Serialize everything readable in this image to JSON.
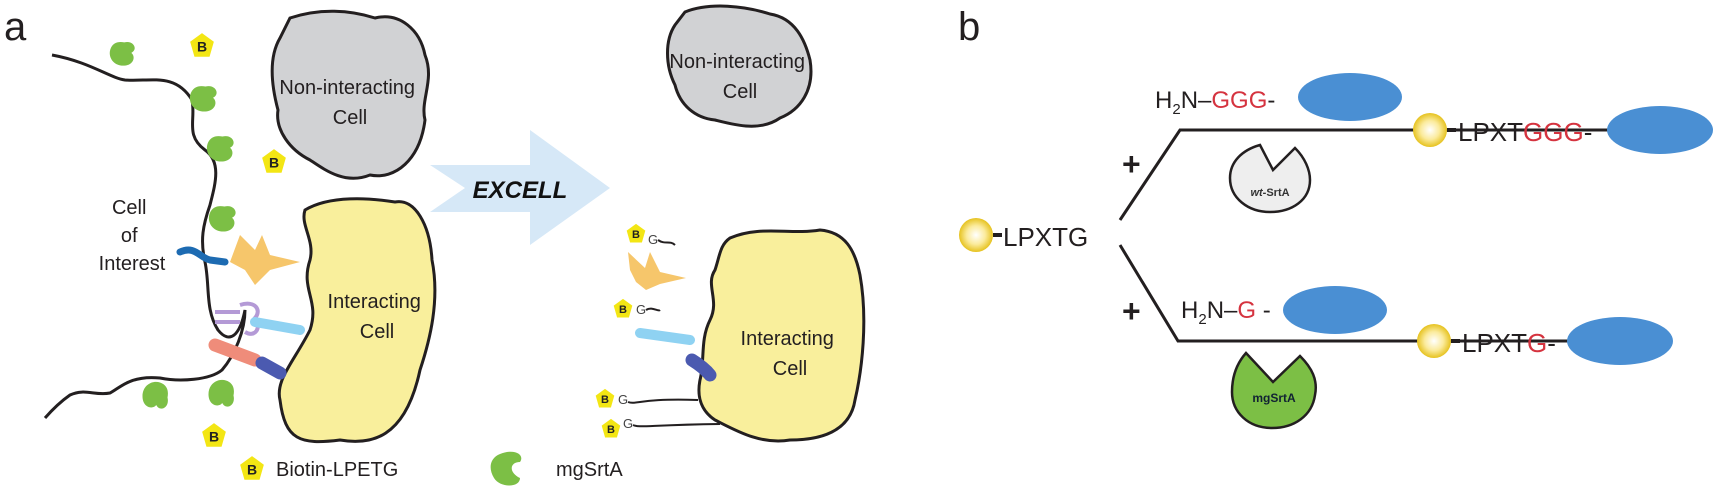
{
  "panel_a": {
    "label": "a",
    "cell_of_interest": [
      "Cell",
      "of",
      "Interest"
    ],
    "non_interacting_cell_left": [
      "Non-interacting",
      "Cell"
    ],
    "interacting_cell_left": [
      "Interacting",
      "Cell"
    ],
    "arrow_label": "EXCELL",
    "non_interacting_cell_right": [
      "Non-interacting",
      "Cell"
    ],
    "interacting_cell_right": [
      "Interacting",
      "Cell"
    ],
    "biotin_tag": "B",
    "glycine_tag": "G",
    "legend": [
      {
        "icon": "biotin-pentagon",
        "symbol": "B",
        "label": "Biotin-LPETG"
      },
      {
        "icon": "mgsrta-enzyme",
        "label": "mgSrtA"
      }
    ]
  },
  "panel_b": {
    "label": "b",
    "substrate": "LPXTG",
    "plus": "+",
    "top": {
      "reagent_prefix": "H",
      "reagent_sub": "2",
      "reagent_n": "N",
      "reagent_glycine": "GGG",
      "enzyme_italic": "wt",
      "enzyme_rest": "-SrtA",
      "product_black": "LPXT",
      "product_red": "GGG"
    },
    "bottom": {
      "reagent_prefix": "H",
      "reagent_sub": "2",
      "reagent_n": "N",
      "reagent_glycine": "G",
      "enzyme": "mgSrtA",
      "product_black": "LPXT",
      "product_red": "G"
    }
  },
  "colors": {
    "non_interacting_fill": "#d1d2d4",
    "interacting_fill": "#f9ef9c",
    "enzyme_green": "#7cbf45",
    "biotin_yellow": "#f3e614",
    "protein_blue": "#4a8fd3",
    "glycine_red": "#d5333f",
    "arrow_blue": "#d6e8f7",
    "wt_enzyme_fill": "#eeeeee"
  }
}
